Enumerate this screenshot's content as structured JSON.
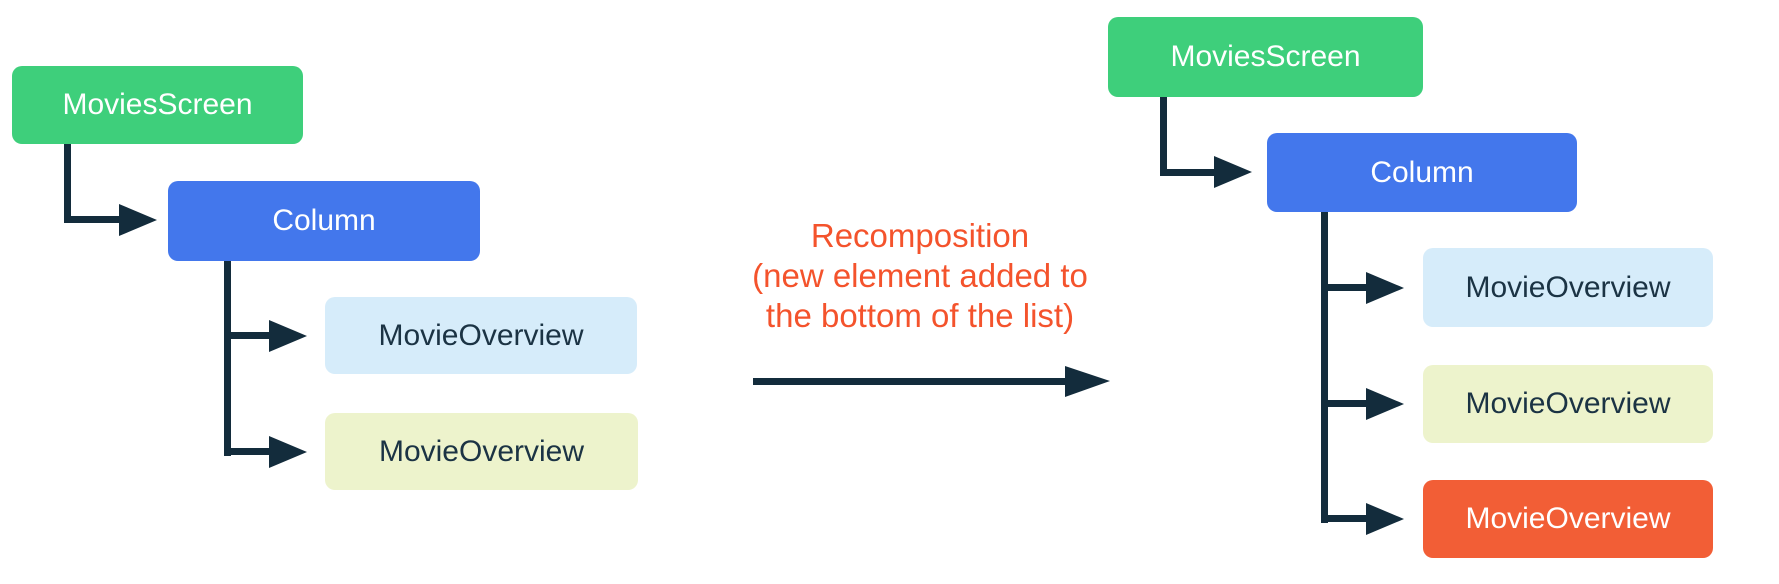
{
  "colors": {
    "green": "#3ecf7b",
    "blue": "#4377ec",
    "light_blue": "#d6ecfa",
    "light_yellow": "#edf3cc",
    "orange": "#f25e36",
    "line": "#132c3c",
    "dark_text": "#1b3344",
    "white_text": "#ffffff",
    "caption_text": "#f4532c"
  },
  "left_tree": {
    "root": "MoviesScreen",
    "column": "Column",
    "children": [
      "MovieOverview",
      "MovieOverview"
    ]
  },
  "caption": {
    "line1": "Recomposition",
    "line2": "(new element added to",
    "line3": "the bottom of the list)"
  },
  "right_tree": {
    "root": "MoviesScreen",
    "column": "Column",
    "children": [
      "MovieOverview",
      "MovieOverview",
      "MovieOverview"
    ]
  }
}
